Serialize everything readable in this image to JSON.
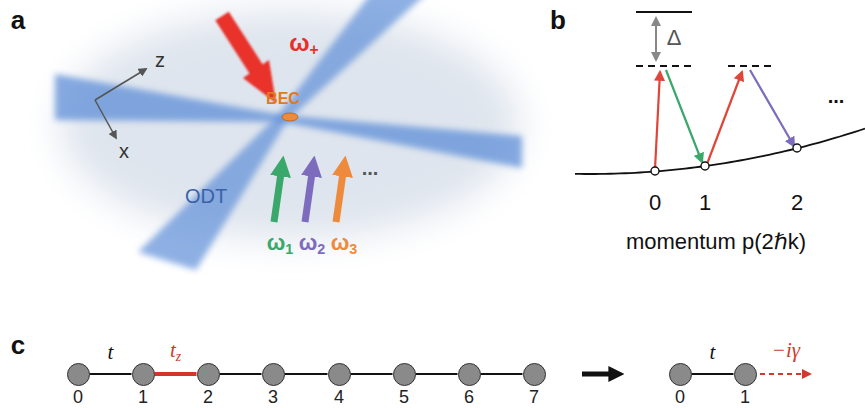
{
  "diagram": {
    "nodes": [
      {
        "text": [
          "0"
        ]
      },
      {
        "text": [
          "1"
        ]
      },
      {
        "text": [
          "2"
        ]
      },
      {
        "text": [
          "3"
        ]
      },
      {
        "text": [
          "4"
        ]
      },
      {
        "text": [
          "5"
        ]
      },
      {
        "text": [
          "6"
        ]
      },
      {
        "text": [
          "7"
        ]
      },
      {
        "text": [
          "0"
        ]
      },
      {
        "text": [
          "1"
        ]
      }
    ],
    "edges": [
      {
        "from": 0,
        "to": 1,
        "label": "t",
        "arrow": "none"
      },
      {
        "from": 1,
        "to": 2,
        "label": "tz",
        "arrow": "none"
      },
      {
        "from": 2,
        "to": 3,
        "arrow": "none"
      },
      {
        "from": 3,
        "to": 4,
        "arrow": "none"
      },
      {
        "from": 4,
        "to": 5,
        "arrow": "none"
      },
      {
        "from": 5,
        "to": 6,
        "arrow": "none"
      },
      {
        "from": 6,
        "to": 7,
        "arrow": "none"
      },
      {
        "from": 8,
        "to": 9,
        "label": "t",
        "arrow": "none"
      }
    ],
    "labels": [
      "a",
      "z",
      "x",
      "ω+",
      "BEC",
      "ODT",
      "ω1",
      "ω2",
      "ω3",
      "...",
      "b",
      "Δ",
      "0",
      "1",
      "2",
      "...",
      "momentum p(2ℏk)",
      "c",
      "−iγ"
    ]
  }
}
